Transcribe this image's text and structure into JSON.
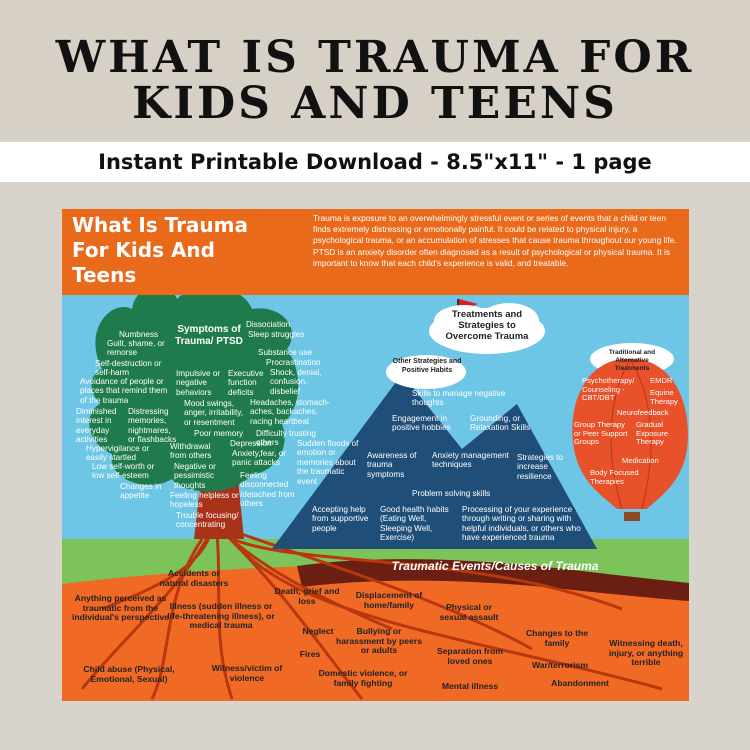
{
  "listing": {
    "title_line1": "WHAT IS TRAUMA FOR",
    "title_line2": "KIDS AND TEENS",
    "subtitle": "Instant Printable Download -  8.5\"x11\" - 1 page"
  },
  "poster": {
    "title": "What Is Trauma For Kids And Teens",
    "description": "Trauma is exposure to an overwhelmingly stressful event or series of events that a child or teen finds extremely distressing or emotionally painful. It could be related to physical injury, a psychological trauma, or an accumulation of stresses that cause trauma throughout our young life. PTSD is an anxiety disorder often diagnosed as a result of psychological or physical trauma. It is important to know that each child's experience is valid, and treatable.",
    "symptoms_title": "Symptoms of Trauma/ PTSD",
    "symptoms": [
      "Numbness",
      "Guilt, shame, or remorse",
      "Self-destruction or self-harm",
      "Avoidance of people or places that remind them of the trauma",
      "Diminished interest in everyday activities",
      "Distressing memories, nightmares, or flashbacks",
      "Hypervigilance or easily startled",
      "Low self-worth or low self-esteem",
      "Changes in appetite",
      "Impulsive or negative behaviors",
      "Executive function deficits",
      "Mood swings, anger, irritability, or resentment",
      "Poor memory",
      "Dissociation",
      "Sleep struggles",
      "Substance use",
      "Procrastination",
      "Shock, denial, confusion, disbelief",
      "Headaches, stomach-aches, backaches, racing heartbeat",
      "Difficulty trusting others",
      "Depression",
      "Anxiety,fear, or panic attacks",
      "Withdrawal from others",
      "Negative or pessimistic thoughts",
      "Feeling helpless or hopeless",
      "Trouble focusing/ concentrating",
      "Feeling disconnected /detached from others",
      "Sudden floods of emotion or memories about the traumatic event"
    ],
    "cloud_title": "Treatments and Strategies to Overcome Trauma",
    "mountain_title": "Other Strategies and Positive Habits",
    "strategies": [
      "Skills to manage negative thoughts",
      "Engagement in positive hobbies",
      "Grounding, or Relaxation Skills",
      "Awareness of trauma symptoms",
      "Anxiety management techniques",
      "Strategies to increase resilience",
      "Problem solving skills",
      "Accepting help from supportive people",
      "Good health habits (Eating Well, Sleeping Well, Exercise)",
      "Processing of your experience through writing or sharing with helpful individuals, or others who have experienced trauma"
    ],
    "balloon_title": "Traditional and Alternative Treatments",
    "treatments": [
      "Psychotherapy/ Counseling - CBT/DBT",
      "EMDR",
      "Equine Therapy",
      "Neurofeedback",
      "Group Therapy or Peer Support Groups",
      "Gradual Exposure Therapy",
      "Medication",
      "Body Focused Therapies"
    ],
    "causes_title": "Traumatic Events/Causes of Trauma",
    "causes": [
      "Accidents or natural disasters",
      "Anything perceived as traumatic from the individual's perspective",
      "Illness (sudden illness or life-threatening illness), or medical trauma",
      "Death, grief and loss",
      "Displacement of home/family",
      "Physical or sexual assault",
      "Neglect",
      "Bullying or harassment by peers or adults",
      "Fires",
      "Separation from loved ones",
      "Changes to the family",
      "Witnessing death, injury, or anything terrible",
      "Child abuse (Physical, Emotional, Sexual)",
      "Witness/victim of violence",
      "Domestic violence, or family fighting",
      "Mental illness",
      "War/terrorism",
      "Abandonment"
    ]
  },
  "colors": {
    "page_bg": "#d6d0c6",
    "orange": "#ea6a1c",
    "sky": "#6ec6e6",
    "tree_green": "#1f7a4c",
    "mountain": "#1f4e79",
    "balloon": "#e8512a",
    "grass": "#7cc35a",
    "soil": "#f06a26",
    "roots": "#b8370f"
  }
}
